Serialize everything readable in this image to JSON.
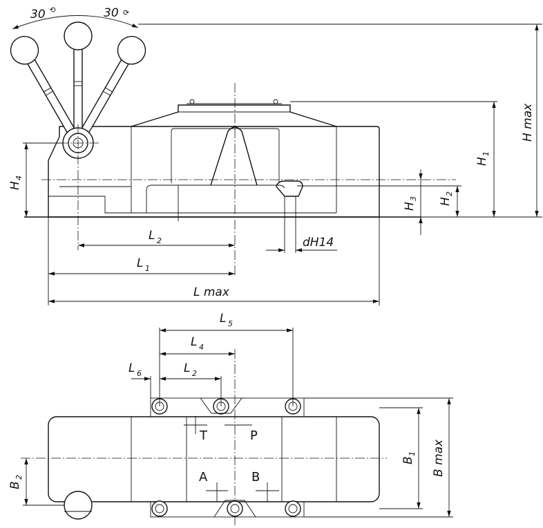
{
  "diagram": {
    "angle_left": "30",
    "angle_right": "30",
    "dims": {
      "h_max": "H max",
      "h1": "H",
      "h1_sub": "1",
      "h2": "H",
      "h2_sub": "2",
      "h3": "H",
      "h3_sub": "3",
      "h4": "H",
      "h4_sub": "4",
      "l2_top": "L",
      "l2_top_sub": "2",
      "l1": "L",
      "l1_sub": "1",
      "l_max": "L max",
      "dh14": "dH14",
      "l5": "L",
      "l5_sub": "5",
      "l4": "L",
      "l4_sub": "4",
      "l6": "L",
      "l6_sub": "6",
      "l2_bot": "L",
      "l2_bot_sub": "2",
      "b1": "B",
      "b1_sub": "1",
      "b_max": "B max",
      "b2": "B",
      "b2_sub": "2"
    },
    "ports": {
      "t": "T",
      "p": "P",
      "a": "A",
      "b": "B"
    }
  }
}
